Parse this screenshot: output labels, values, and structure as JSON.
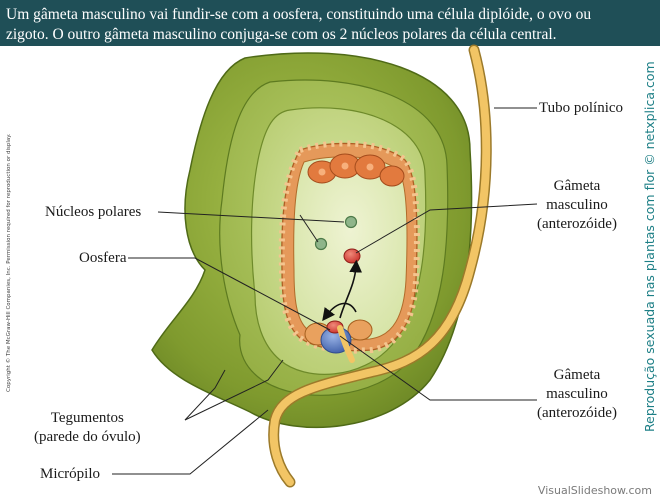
{
  "header": {
    "line1": "Um gâmeta masculino vai fundir-se com a oosfera, constituindo uma célula diplóide, o ovo ou",
    "line2": "zigoto. O outro gâmeta masculino conjuga-se com os 2 núcleos polares da célula central."
  },
  "labels": {
    "tubo_polinico": "Tubo polínico",
    "nucleos_polares": "Núcleos polares",
    "oosfera": "Oosfera",
    "gameta_top": {
      "l1": "Gâmeta",
      "l2": "masculino",
      "l3": "(anterozóide)"
    },
    "gameta_bottom": {
      "l1": "Gâmeta",
      "l2": "masculino",
      "l3": "(anterozóide)"
    },
    "tegumentos": {
      "l1": "Tegumentos",
      "l2": "(parede do óvulo)"
    },
    "micropilo": "Micrópilo"
  },
  "side_text": {
    "copyright": "Copyright © The McGraw-Hill Companies, Inc. Permission required for reproduction or display.",
    "credit": "Reprodução sexuada nas plantas com flor © netxplica.com"
  },
  "footer": {
    "watermark": "VisualSlideshow.com"
  },
  "colors": {
    "header_bg": "#1f4f57",
    "outer_green": "#8aa536",
    "inner_green": "#c6d88a",
    "sac": "#e6eec4",
    "wall": "#e59a52",
    "tube": "#f2c565",
    "credit": "#1d7f86"
  }
}
